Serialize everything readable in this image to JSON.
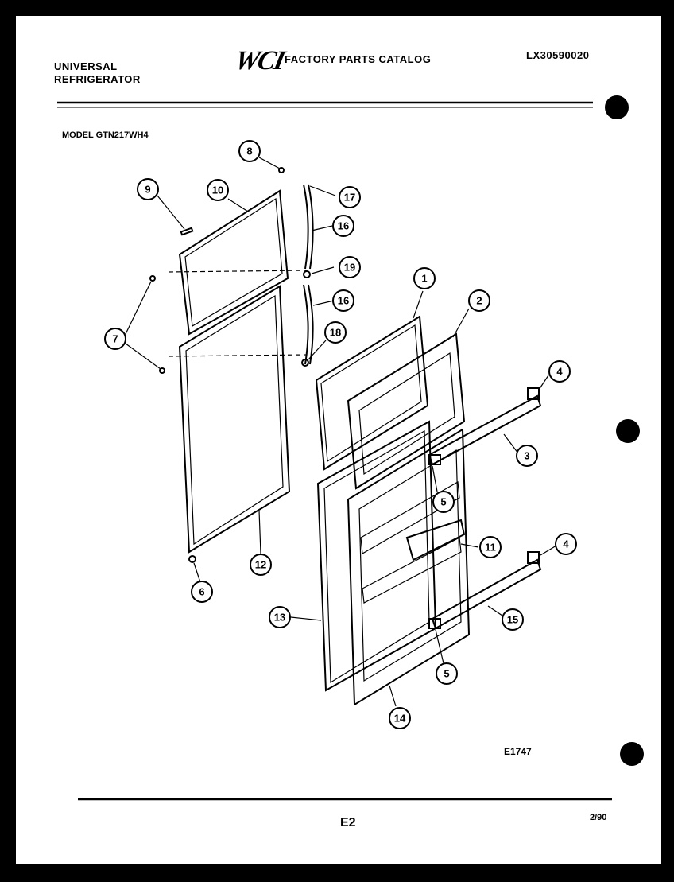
{
  "header": {
    "left_line1": "UNIVERSAL",
    "left_line2": "REFRIGERATOR",
    "logo": "WCI",
    "catalog_title": "FACTORY PARTS CATALOG",
    "catalog_number": "LX30590020",
    "model": "MODEL GTN217WH4"
  },
  "diagram": {
    "drawing_id": "E1747",
    "callouts": [
      {
        "id": "c8",
        "label": "8"
      },
      {
        "id": "c9",
        "label": "9"
      },
      {
        "id": "c10",
        "label": "10"
      },
      {
        "id": "c17",
        "label": "17"
      },
      {
        "id": "c16a",
        "label": "16"
      },
      {
        "id": "c19",
        "label": "19"
      },
      {
        "id": "c16b",
        "label": "16"
      },
      {
        "id": "c7",
        "label": "7"
      },
      {
        "id": "c18",
        "label": "18"
      },
      {
        "id": "c1",
        "label": "1"
      },
      {
        "id": "c2",
        "label": "2"
      },
      {
        "id": "c4a",
        "label": "4"
      },
      {
        "id": "c3",
        "label": "3"
      },
      {
        "id": "c5a",
        "label": "5"
      },
      {
        "id": "c11",
        "label": "11"
      },
      {
        "id": "c4b",
        "label": "4"
      },
      {
        "id": "c12",
        "label": "12"
      },
      {
        "id": "c6",
        "label": "6"
      },
      {
        "id": "c13",
        "label": "13"
      },
      {
        "id": "c15",
        "label": "15"
      },
      {
        "id": "c5b",
        "label": "5"
      },
      {
        "id": "c14",
        "label": "14"
      }
    ]
  },
  "footer": {
    "page": "E2",
    "date": "2/90"
  }
}
